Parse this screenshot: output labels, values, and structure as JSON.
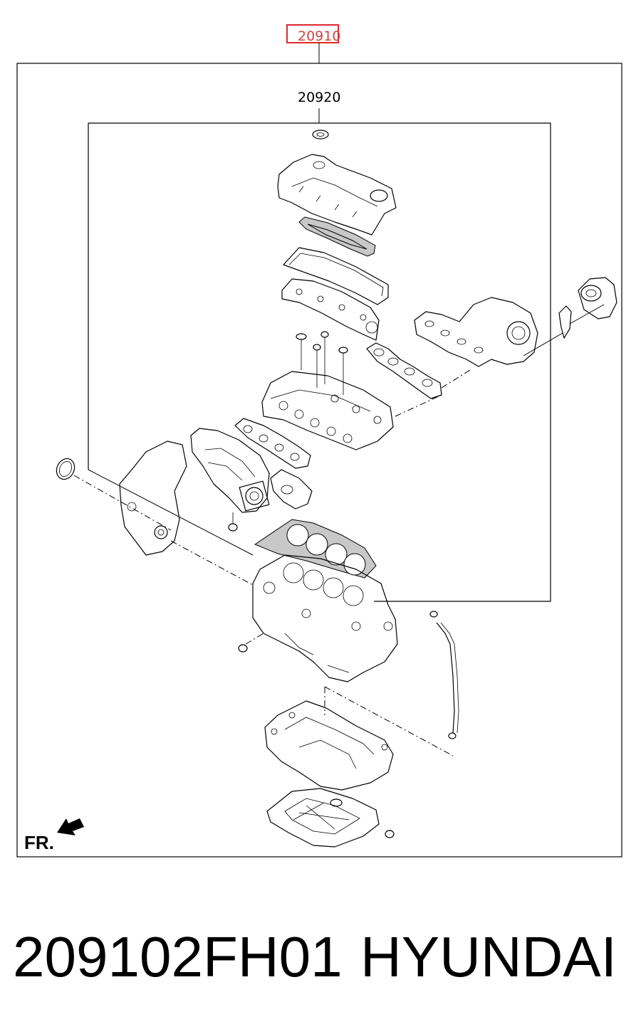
{
  "diagram": {
    "callouts": {
      "assembly": "20910",
      "kit": "20920"
    },
    "direction_label": "FR.",
    "highlight_color": "#e0282e"
  },
  "caption": {
    "part_number": "209102FH01",
    "brand": "HYUNDAI"
  }
}
